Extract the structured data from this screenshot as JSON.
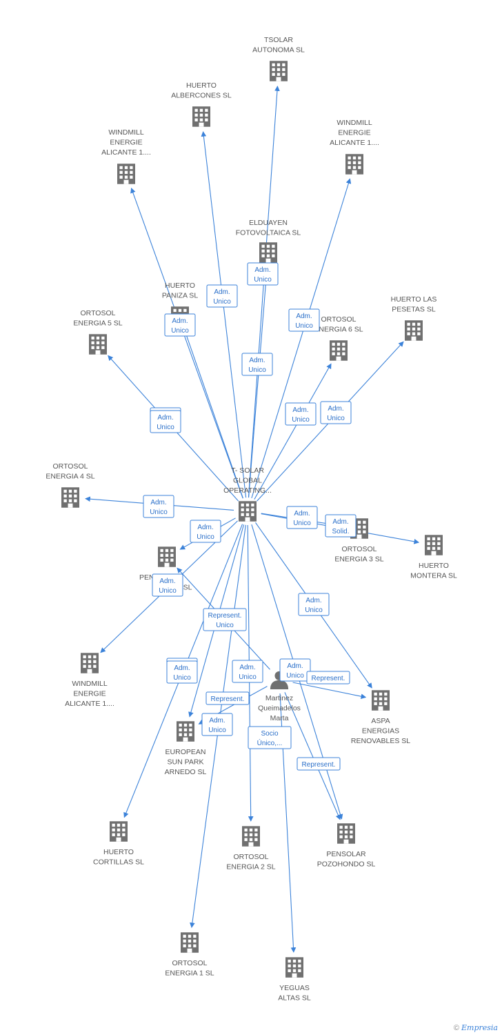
{
  "colors": {
    "edge": "#3b82d9",
    "icon": "#707070",
    "label": "#555555"
  },
  "nodes": [
    {
      "id": "center",
      "type": "company",
      "label": [
        "T- SOLAR",
        "GLOBAL",
        "OPERATING..."
      ]
    },
    {
      "id": "tsolar_aut",
      "type": "company",
      "label": [
        "TSOLAR",
        "AUTONOMA  SL"
      ]
    },
    {
      "id": "albercones",
      "type": "company",
      "label": [
        "HUERTO",
        "ALBERCONES SL"
      ]
    },
    {
      "id": "windmill_a",
      "type": "company",
      "label": [
        "WINDMILL",
        "ENERGIE",
        "ALICANTE 1...."
      ]
    },
    {
      "id": "windmill_b",
      "type": "company",
      "label": [
        "WINDMILL",
        "ENERGIE",
        "ALICANTE 1...."
      ]
    },
    {
      "id": "elduayen",
      "type": "company",
      "label": [
        "ELDUAYEN",
        "FOTOVOLTAICA SL"
      ]
    },
    {
      "id": "paniza",
      "type": "company",
      "label": [
        "HUERTO",
        "PANIZA SL"
      ]
    },
    {
      "id": "ortosol5",
      "type": "company",
      "label": [
        "ORTOSOL",
        "ENERGIA 5 SL"
      ]
    },
    {
      "id": "ortosol6",
      "type": "company",
      "label": [
        "ORTOSOL",
        "ENERGIA 6 SL"
      ]
    },
    {
      "id": "pesetas",
      "type": "company",
      "label": [
        "HUERTO LAS",
        "PESETAS SL"
      ]
    },
    {
      "id": "ortosol4",
      "type": "company",
      "label": [
        "ORTOSOL",
        "ENERGIA 4 SL"
      ]
    },
    {
      "id": "ortosol3",
      "type": "company",
      "label": [
        "ORTOSOL",
        "ENERGIA 3 SL"
      ]
    },
    {
      "id": "montera",
      "type": "company",
      "label": [
        "HUERTO",
        "MONTERA SL"
      ]
    },
    {
      "id": "pentasol",
      "type": "company",
      "label": [
        "PENT",
        "SL"
      ]
    },
    {
      "id": "windmill_c",
      "type": "company",
      "label": [
        "WINDMILL",
        "ENERGIE",
        "ALICANTE 1...."
      ]
    },
    {
      "id": "aspa",
      "type": "company",
      "label": [
        "ASPA",
        "ENERGIAS",
        "RENOVABLES SL"
      ]
    },
    {
      "id": "martinez",
      "type": "person",
      "label": [
        "Martinez",
        "Queimadelos",
        "Marta"
      ]
    },
    {
      "id": "european",
      "type": "company",
      "label": [
        "EUROPEAN",
        "SUN PARK",
        "ARNEDO SL"
      ]
    },
    {
      "id": "cortillas",
      "type": "company",
      "label": [
        "HUERTO",
        "CORTILLAS SL"
      ]
    },
    {
      "id": "ortosol2",
      "type": "company",
      "label": [
        "ORTOSOL",
        "ENERGIA 2 SL"
      ]
    },
    {
      "id": "pozohondo",
      "type": "company",
      "label": [
        "PENSOLAR",
        "POZOHONDO SL"
      ]
    },
    {
      "id": "ortosol1",
      "type": "company",
      "label": [
        "ORTOSOL",
        "ENERGIA 1 SL"
      ]
    },
    {
      "id": "yeguas",
      "type": "company",
      "label": [
        "YEGUAS",
        "ALTAS SL"
      ]
    }
  ],
  "edges": [
    {
      "from": "center",
      "to": "tsolar_aut",
      "label": [
        "Adm.",
        "Unico"
      ]
    },
    {
      "from": "center",
      "to": "albercones",
      "label": [
        "Adm.",
        "Unico"
      ]
    },
    {
      "from": "center",
      "to": "windmill_a",
      "label": [
        "Adm.",
        "Unico"
      ]
    },
    {
      "from": "center",
      "to": "windmill_b",
      "label": [
        "Adm.",
        "Unico"
      ]
    },
    {
      "from": "center",
      "to": "elduayen",
      "label": [
        "Adm.",
        "Unico"
      ]
    },
    {
      "from": "center",
      "to": "paniza",
      "label": [
        "Adm.",
        "Unico"
      ]
    },
    {
      "from": "center",
      "to": "ortosol5",
      "label": [
        "Adm.",
        "Unico"
      ]
    },
    {
      "from": "center",
      "to": "ortosol6",
      "label": [
        "Adm.",
        "Unico"
      ]
    },
    {
      "from": "center",
      "to": "pesetas",
      "label": [
        "Adm.",
        "Unico"
      ]
    },
    {
      "from": "center",
      "to": "ortosol4",
      "label": [
        "Adm.",
        "Unico"
      ]
    },
    {
      "from": "center",
      "to": "ortosol3",
      "label": [
        "Adm.",
        "Unico"
      ]
    },
    {
      "from": "center",
      "to": "montera",
      "label": [
        "Adm.",
        "Solid."
      ]
    },
    {
      "from": "center",
      "to": "pentasol",
      "label": [
        "Adm.",
        "Unico"
      ]
    },
    {
      "from": "center",
      "to": "windmill_c",
      "label": [
        "Adm.",
        "Unico"
      ]
    },
    {
      "from": "center",
      "to": "aspa",
      "label": [
        "Adm.",
        "Unico"
      ]
    },
    {
      "from": "center",
      "to": "european",
      "label": [
        "Adm.",
        "Unico"
      ]
    },
    {
      "from": "center",
      "to": "cortillas",
      "label": [
        "Adm.",
        "Unico"
      ]
    },
    {
      "from": "center",
      "to": "ortosol2",
      "label": [
        "Adm.",
        "Unico"
      ]
    },
    {
      "from": "center",
      "to": "pozohondo",
      "label": [
        "Adm.",
        "Unico"
      ]
    },
    {
      "from": "center",
      "to": "ortosol1",
      "label": [
        "Adm.",
        "Unico"
      ]
    },
    {
      "from": "martinez",
      "to": "pentasol",
      "label": [
        "Represent.",
        "Unico"
      ]
    },
    {
      "from": "martinez",
      "to": "aspa",
      "label": [
        "Represent."
      ]
    },
    {
      "from": "martinez",
      "to": "european",
      "label": [
        "Represent."
      ]
    },
    {
      "from": "martinez",
      "to": "yeguas",
      "label": [
        "Socio",
        "Único,..."
      ]
    },
    {
      "from": "martinez",
      "to": "pozohondo",
      "label": [
        "Represent."
      ]
    }
  ],
  "footer": {
    "copyright": "©",
    "brand": "Empresia"
  }
}
